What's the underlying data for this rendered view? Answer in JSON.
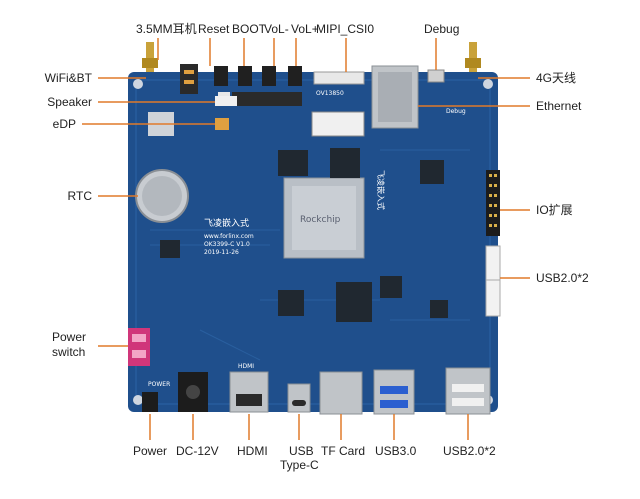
{
  "labels": {
    "top": {
      "earphone": "3.5MM耳机",
      "reset": "Reset",
      "boot": "BOOT",
      "vol_down": "VoL-",
      "vol_up": "VoL+",
      "mipi": "MIPI_CSI0",
      "debug": "Debug"
    },
    "left": {
      "wifi": "WiFi&BT",
      "speaker": "Speaker",
      "edp": "eDP",
      "rtc": "RTC",
      "power_switch_line1": "Power",
      "power_switch_line2": "switch"
    },
    "right": {
      "antenna_4g": "4G天线",
      "ethernet": "Ethernet",
      "io": "IO扩展",
      "usb20_right": "USB2.0*2"
    },
    "bottom": {
      "power": "Power",
      "dc": "DC-12V",
      "hdmi": "HDMI",
      "usb_typec_line1": "USB",
      "usb_typec_line2": "Type-C",
      "tf": "TF Card",
      "usb30": "USB3.0",
      "usb20_bottom": "USB2.0*2"
    }
  },
  "board_text": {
    "brand": "飞凌嵌入式",
    "website": "www.forlinx.com",
    "model": "OK3399-C V1.0",
    "date": "2019-11-26",
    "side_brand": "飞凌嵌入式",
    "soc": "Rockchip",
    "camera": "OV13850",
    "silk_power": "POWER",
    "silk_hdmi": "HDMI",
    "silk_debug": "Debug"
  },
  "colors": {
    "board": "#1f4f8c",
    "board_dark": "#163d70",
    "leader": "#e07a2a",
    "text": "#222222"
  }
}
